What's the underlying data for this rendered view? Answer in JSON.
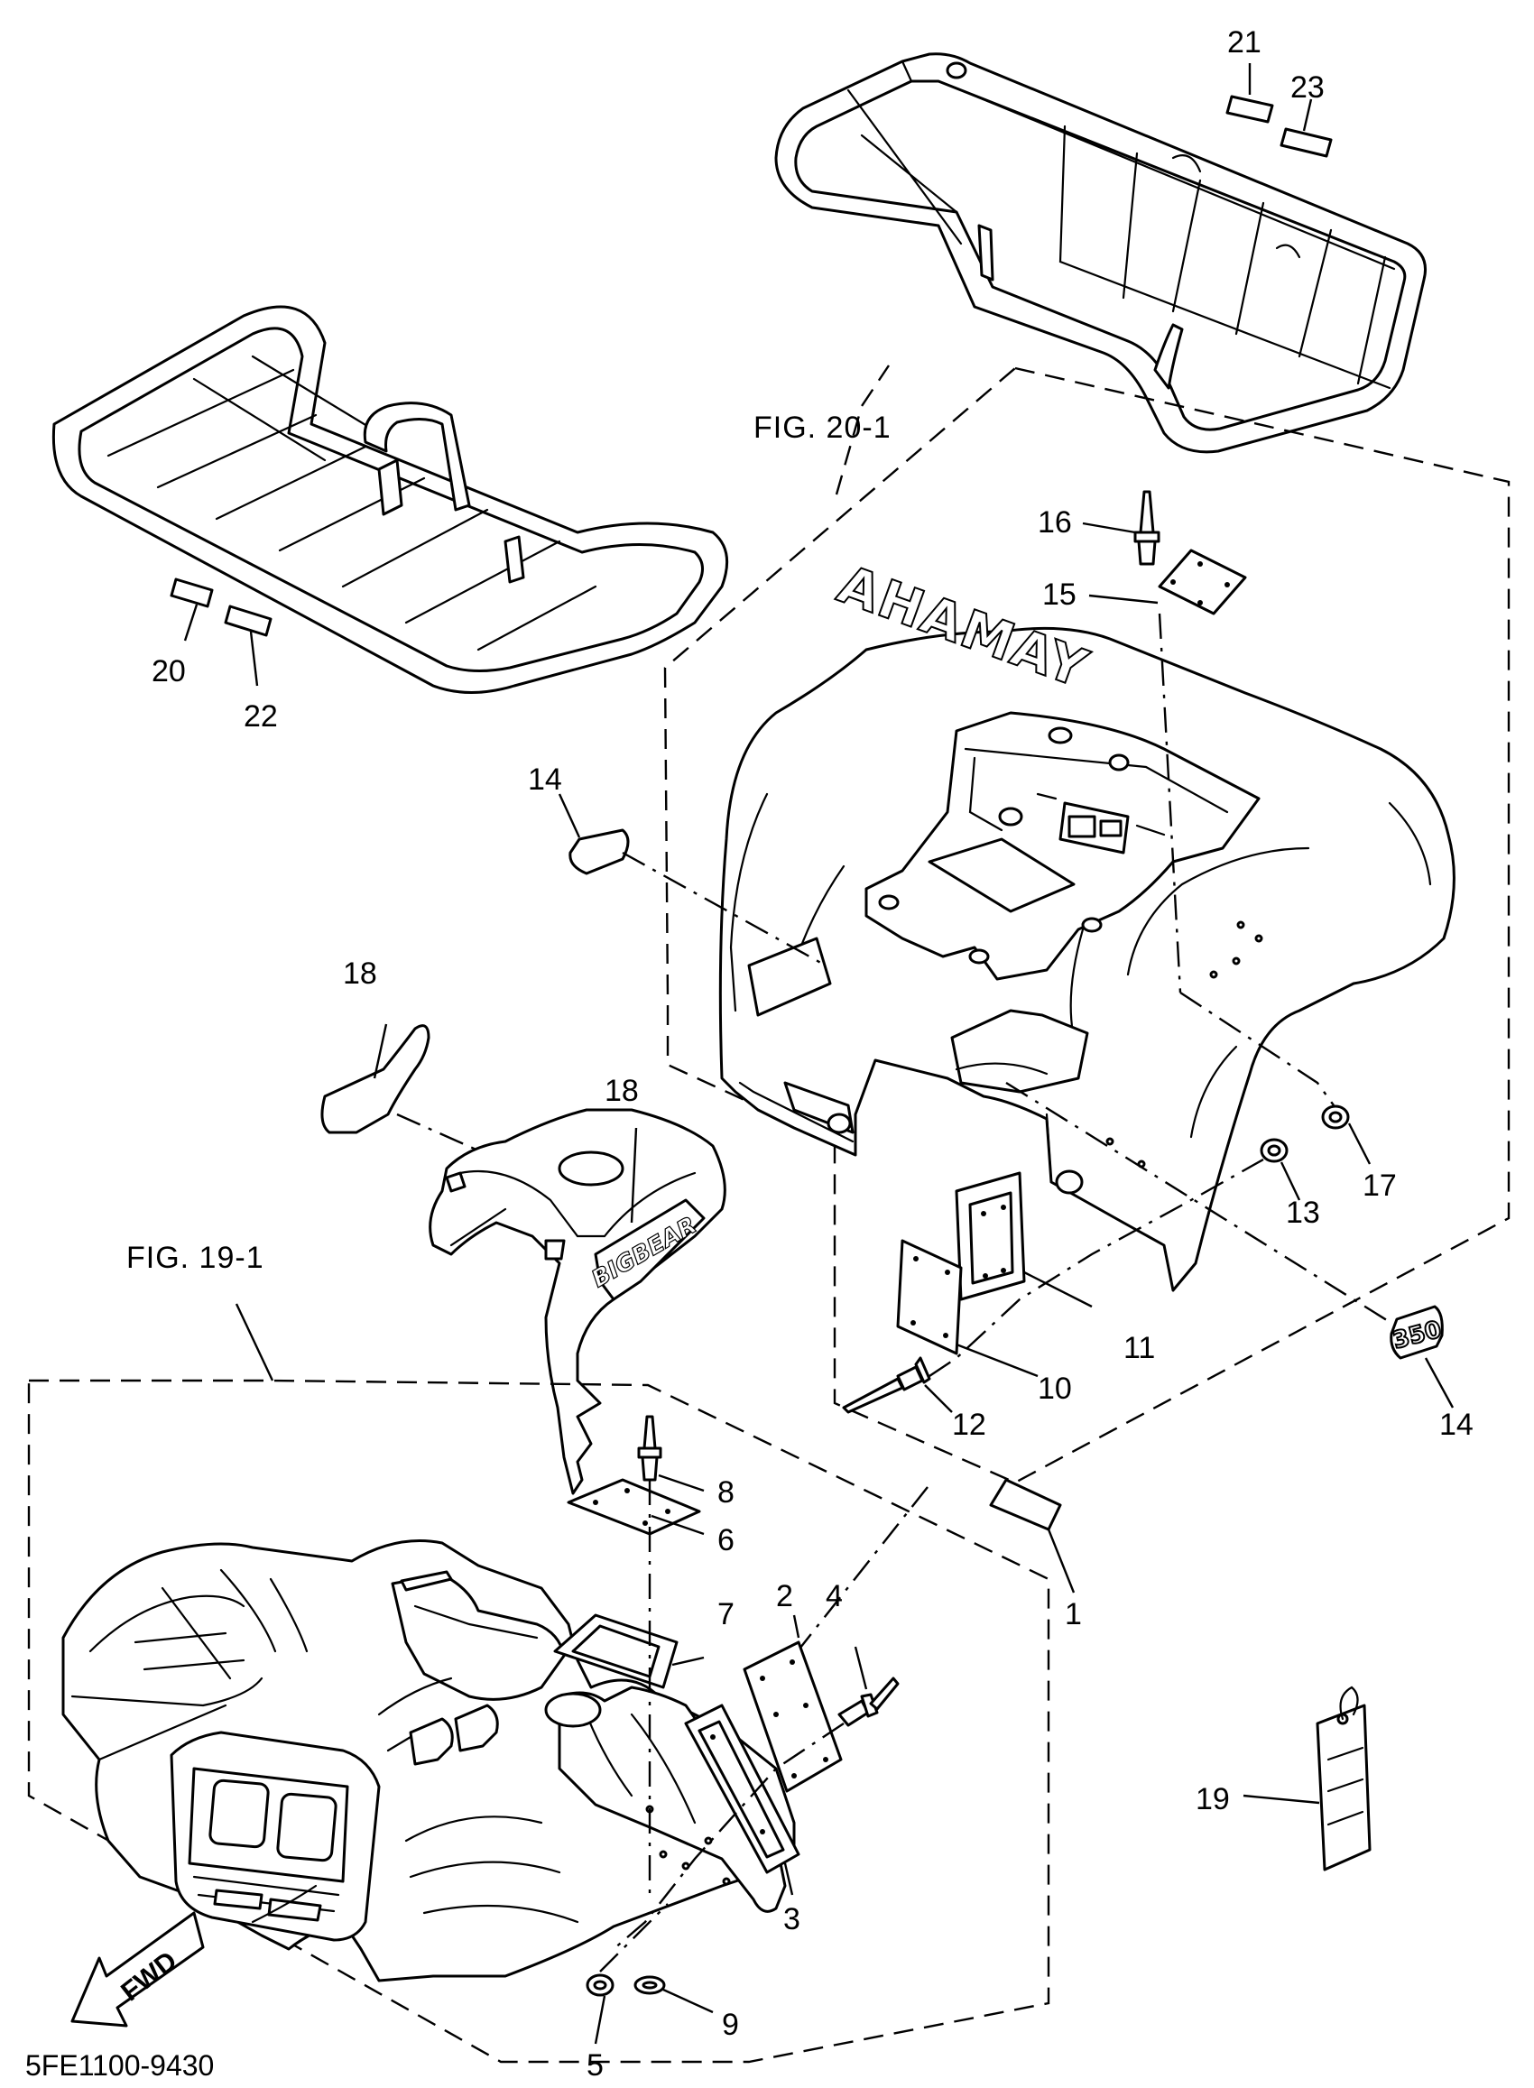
{
  "figures": {
    "fig_20_1": "FIG. 20-1",
    "fig_19_1": "FIG. 19-1"
  },
  "callouts": {
    "c1": "1",
    "c2": "2",
    "c3": "3",
    "c4": "4",
    "c5": "5",
    "c6": "6",
    "c7": "7",
    "c8": "8",
    "c9": "9",
    "c10": "10",
    "c11": "11",
    "c12": "12",
    "c13": "13",
    "c14a": "14",
    "c14b": "14",
    "c15": "15",
    "c16": "16",
    "c17": "17",
    "c18a": "18",
    "c18b": "18",
    "c19": "19",
    "c20": "20",
    "c21": "21",
    "c22": "22",
    "c23": "23"
  },
  "emblems": {
    "fender_brand": "YAMAHA",
    "model_number": "350",
    "fwd_arrow": "FWD"
  },
  "drawing_code": "5FE1100-9430"
}
